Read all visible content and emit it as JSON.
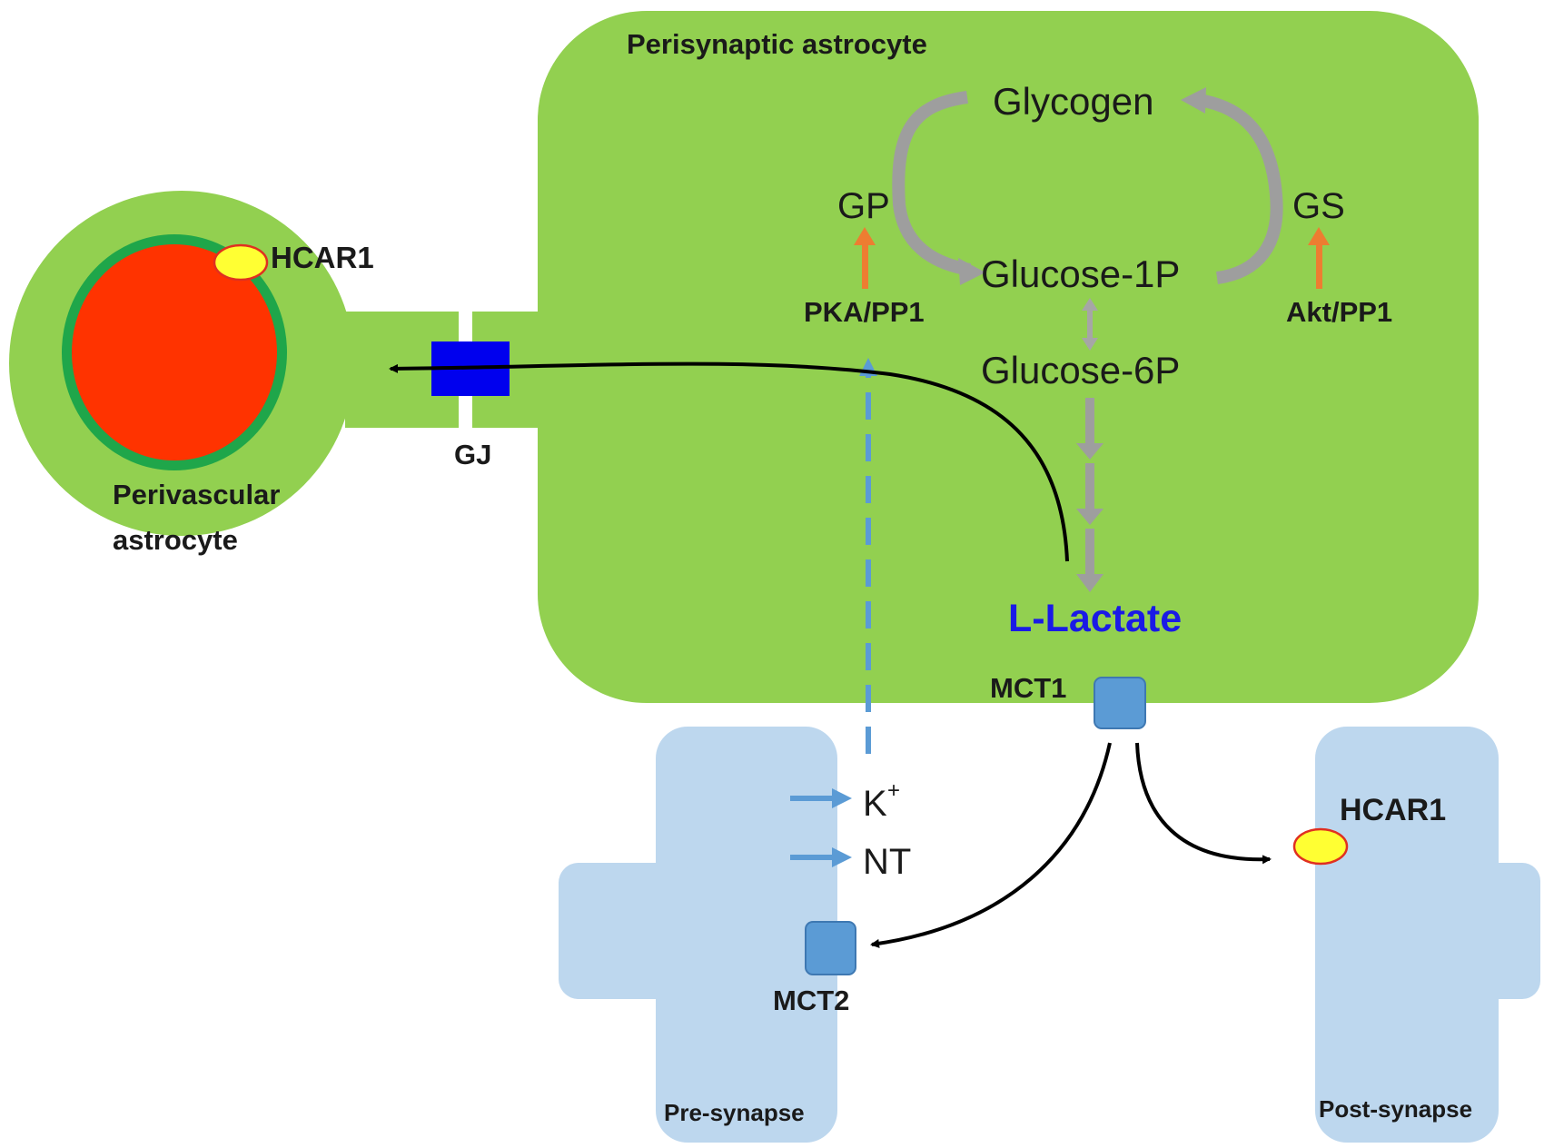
{
  "labels": {
    "perisynaptic_astrocyte": "Perisynaptic astrocyte",
    "glycogen": "Glycogen",
    "gp": "GP",
    "gs": "GS",
    "glucose_1p": "Glucose-1P",
    "glucose_6p": "Glucose-6P",
    "pka_pp1": "PKA/PP1",
    "akt_pp1": "Akt/PP1",
    "l_lactate": "L-Lactate",
    "mct1": "MCT1",
    "mct2": "MCT2",
    "gj": "GJ",
    "hcar1_perivascular": "HCAR1",
    "hcar1_post": "HCAR1",
    "perivascular_line1": "Perivascular",
    "perivascular_line2": "astrocyte",
    "k_base": "K",
    "k_sup": "+",
    "nt": "NT",
    "pre_synapse": "Pre-synapse",
    "post_synapse": "Post-synapse"
  },
  "colors": {
    "astrocyte_green": "#92D050",
    "vessel_red": "#FF3300",
    "vessel_ring": "#1FA64A",
    "receptor_yellow": "#FFFF33",
    "receptor_outline": "#E03020",
    "gap_junction": "#0000EE",
    "synapse_blue": "#BDD7EE",
    "transporter_blue": "#5B9BD5",
    "lactate_text": "#1A1AE6",
    "regulator_arrow": "#ED7D31",
    "metabolic_arrow": "#9E9E9E",
    "signal_dash": "#5B9BD5"
  }
}
